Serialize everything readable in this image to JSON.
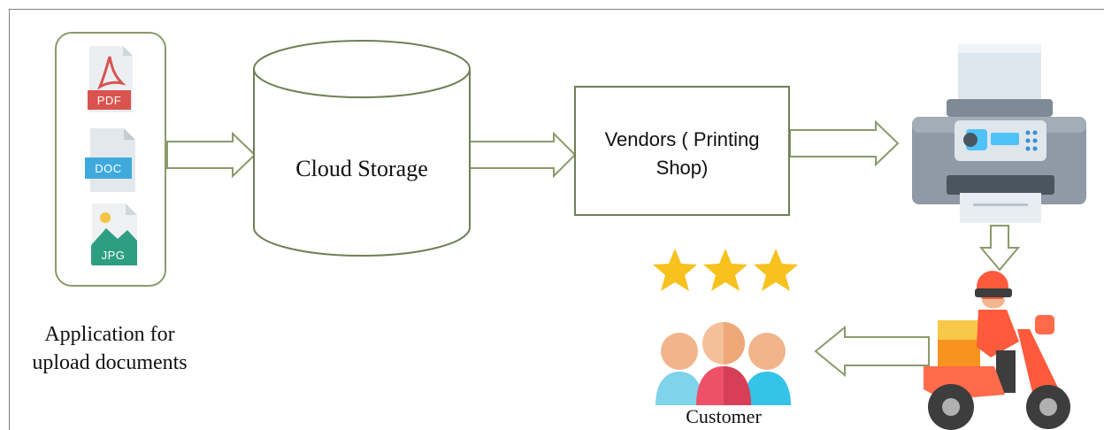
{
  "app_panel": {
    "files": [
      {
        "type": "PDF",
        "icon": "pdf-file-icon",
        "accent": "#d9534f"
      },
      {
        "type": "DOC",
        "icon": "doc-file-icon",
        "accent": "#3fa9dc"
      },
      {
        "type": "JPG",
        "icon": "jpg-file-icon",
        "accent": "#2e9e82"
      }
    ],
    "label_line1": "Application for",
    "label_line2": "upload documents"
  },
  "cloud_storage": {
    "label": "Cloud Storage"
  },
  "vendors": {
    "label_line1": "Vendors ( Printing",
    "label_line2": "Shop)"
  },
  "printer": {
    "icon": "printer-icon"
  },
  "delivery": {
    "icon": "delivery-scooter-icon"
  },
  "rating": {
    "stars": 3,
    "icon": "star-icon",
    "color": "#f7c11e"
  },
  "customer": {
    "label": "Customer",
    "icon": "customer-group-icon"
  },
  "colors": {
    "outline": "#6f7f55",
    "box_border": "#7f7f7f",
    "arrow_stroke": "#8a9a6a"
  }
}
